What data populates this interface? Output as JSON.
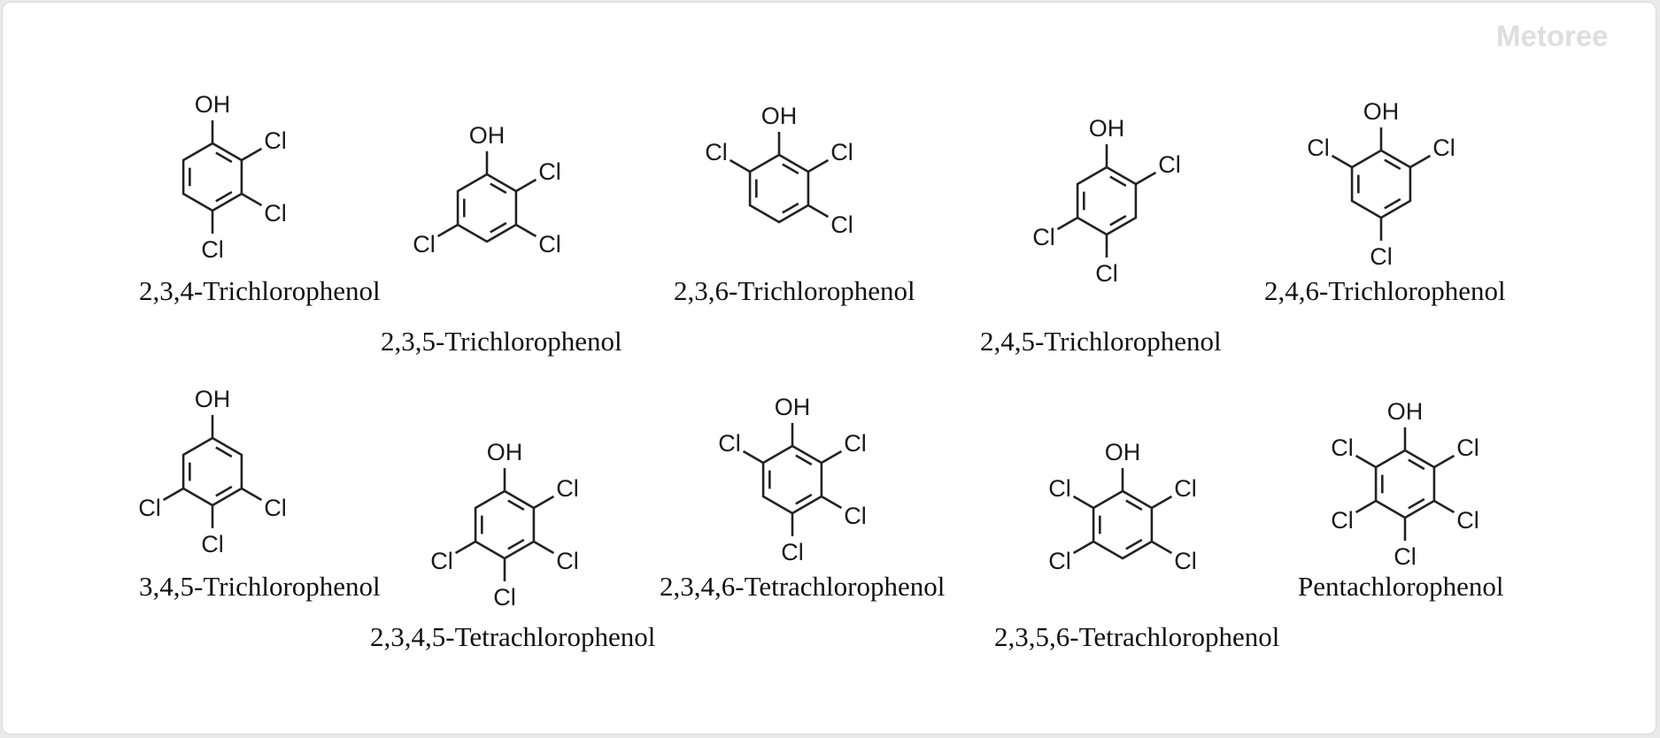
{
  "watermark": "Metoree",
  "compounds": [
    {
      "name": "2,3,4-Trichlorophenol",
      "substituents": [
        "OH@1",
        "Cl@2",
        "Cl@3",
        "Cl@4"
      ]
    },
    {
      "name": "2,3,5-Trichlorophenol",
      "substituents": [
        "OH@1",
        "Cl@2",
        "Cl@3",
        "Cl@5"
      ]
    },
    {
      "name": "2,3,6-Trichlorophenol",
      "substituents": [
        "OH@1",
        "Cl@2",
        "Cl@3",
        "Cl@6"
      ]
    },
    {
      "name": "2,4,5-Trichlorophenol",
      "substituents": [
        "OH@1",
        "Cl@2",
        "Cl@4",
        "Cl@5"
      ]
    },
    {
      "name": "2,4,6-Trichlorophenol",
      "substituents": [
        "OH@1",
        "Cl@2",
        "Cl@4",
        "Cl@6"
      ]
    },
    {
      "name": "3,4,5-Trichlorophenol",
      "substituents": [
        "OH@1",
        "Cl@3",
        "Cl@4",
        "Cl@5"
      ]
    },
    {
      "name": "2,3,4,5-Tetrachlorophenol",
      "substituents": [
        "OH@1",
        "Cl@2",
        "Cl@3",
        "Cl@4",
        "Cl@5"
      ]
    },
    {
      "name": "2,3,4,6-Tetrachlorophenol",
      "substituents": [
        "OH@1",
        "Cl@2",
        "Cl@3",
        "Cl@4",
        "Cl@6"
      ]
    },
    {
      "name": "2,3,5,6-Tetrachlorophenol",
      "substituents": [
        "OH@1",
        "Cl@2",
        "Cl@3",
        "Cl@5",
        "Cl@6"
      ]
    },
    {
      "name": "Pentachlorophenol",
      "substituents": [
        "OH@1",
        "Cl@2",
        "Cl@3",
        "Cl@4",
        "Cl@5",
        "Cl@6"
      ]
    }
  ],
  "atom_labels": {
    "hydroxyl": "OH",
    "chlorine": "Cl"
  }
}
